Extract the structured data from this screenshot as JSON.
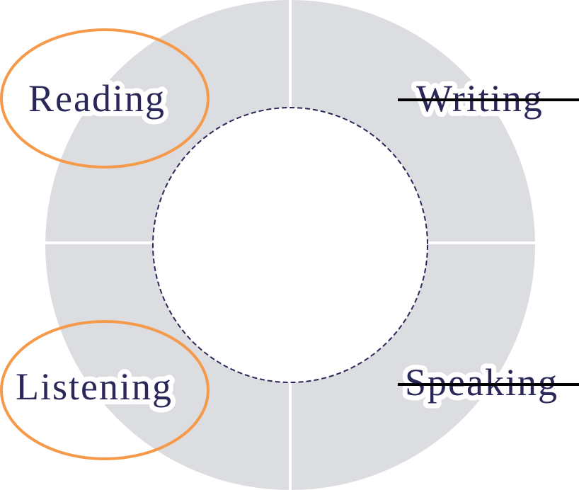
{
  "diagram": {
    "quadrants": [
      {
        "id": "reading",
        "label": "Reading",
        "highlighted": true,
        "crossed_out": false
      },
      {
        "id": "writing",
        "label": "Writing",
        "highlighted": false,
        "crossed_out": true
      },
      {
        "id": "listening",
        "label": "Listening",
        "highlighted": true,
        "crossed_out": false
      },
      {
        "id": "speaking",
        "label": "Speaking",
        "highlighted": false,
        "crossed_out": true
      }
    ],
    "colors": {
      "ring_fill": "#dcdde0",
      "divider": "#ffffff",
      "label_text": "#2a2858",
      "inner_dash": "#2a2858",
      "highlight_ellipse": "#f59a4b",
      "strikethrough": "#000000"
    }
  }
}
